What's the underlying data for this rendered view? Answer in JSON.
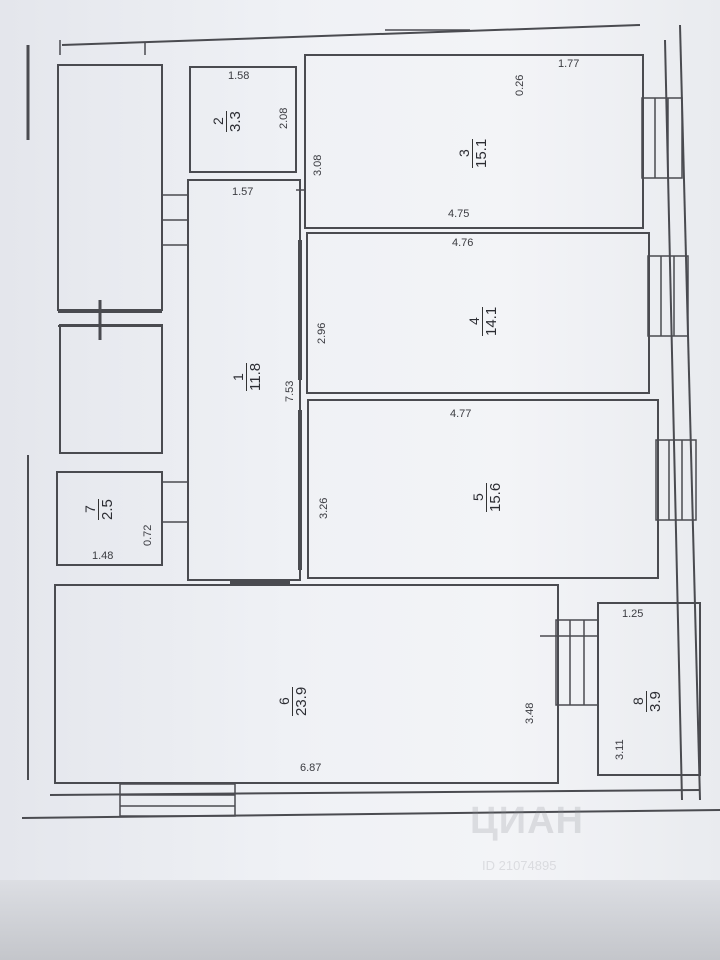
{
  "rooms": [
    {
      "num": "1",
      "area": "11.8",
      "dims": [
        "1.57",
        "7.53"
      ]
    },
    {
      "num": "2",
      "area": "3.3",
      "dims": [
        "1.58",
        "2.08"
      ]
    },
    {
      "num": "3",
      "area": "15.1",
      "dims": [
        "1.77",
        "0.26",
        "3.08",
        "4.75"
      ]
    },
    {
      "num": "4",
      "area": "14.1",
      "dims": [
        "4.76",
        "2.96"
      ]
    },
    {
      "num": "5",
      "area": "15.6",
      "dims": [
        "4.77",
        "3.26"
      ]
    },
    {
      "num": "6",
      "area": "23.9",
      "dims": [
        "3.48",
        "6.87"
      ]
    },
    {
      "num": "7",
      "area": "2.5",
      "dims": [
        "1.48",
        "0.72"
      ]
    },
    {
      "num": "8",
      "area": "3.9",
      "dims": [
        "1.25",
        "3.11"
      ]
    }
  ],
  "watermark": {
    "brand": "ЦИАН",
    "id": "ID 21074895"
  },
  "colors": {
    "line": "#4a4b50",
    "paper": "#eef0f4"
  }
}
